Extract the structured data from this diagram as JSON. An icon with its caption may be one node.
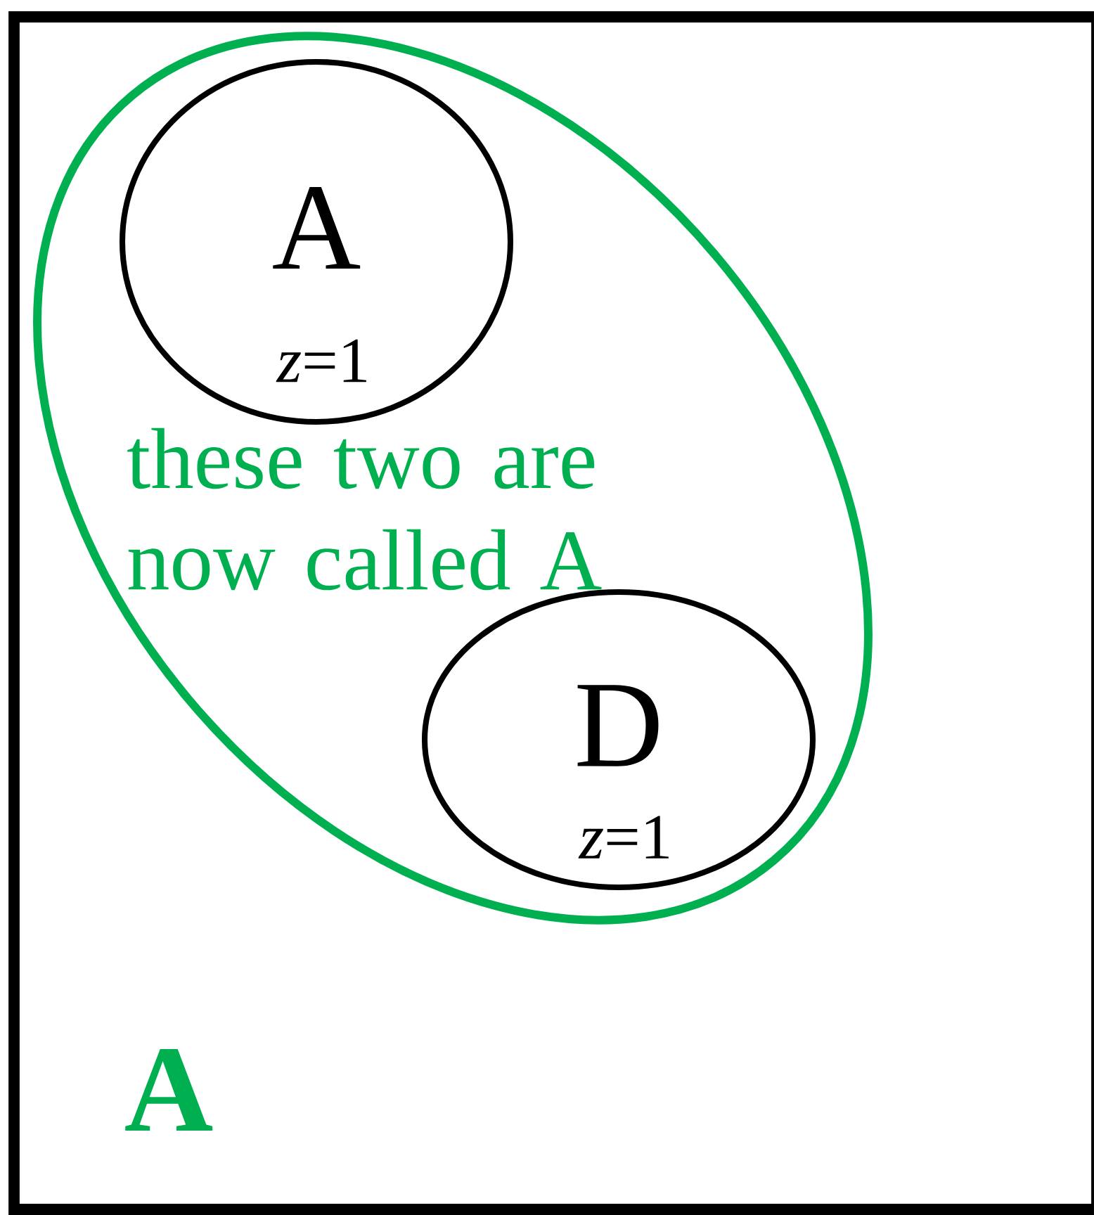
{
  "diagram": {
    "nodes": [
      {
        "text": [
          "A"
        ]
      },
      {
        "text": [
          "these two are now called A"
        ],
        "in": 0
      },
      {
        "text": [
          "A",
          "*z*=1"
        ],
        "in": 1
      },
      {
        "text": [
          "D",
          "*z*=1"
        ],
        "in": 1
      }
    ]
  }
}
